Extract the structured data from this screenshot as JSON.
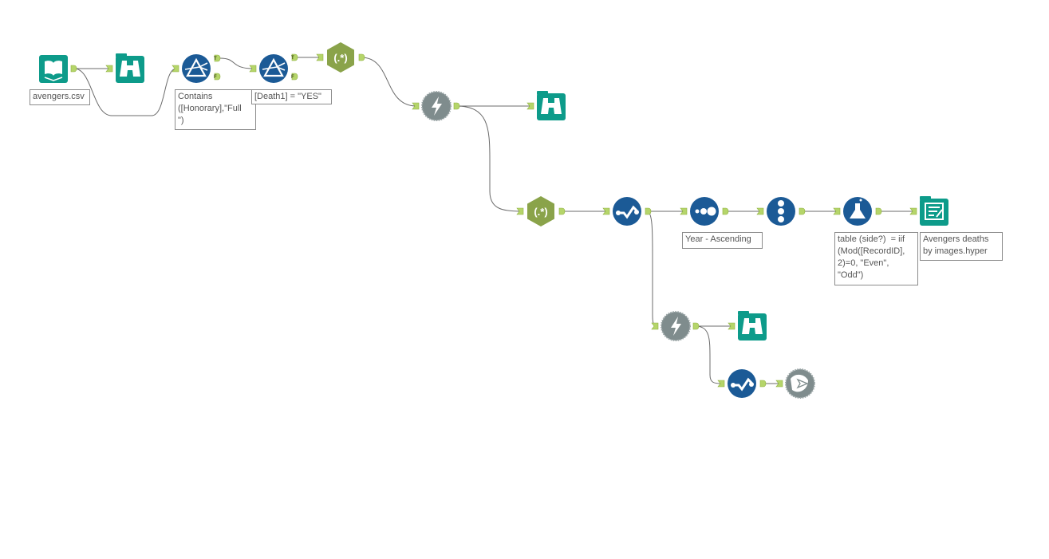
{
  "canvas": {
    "annotations": {
      "input": "avengers.csv",
      "filter1": "Contains\n([Honorary],\"Full\n\")",
      "filter2": "[Death1] = \"YES\"",
      "sort": "Year - Ascending",
      "formula": "table (side?)  = iif\n(Mod([RecordID],\n2)=0, \"Even\",\n\"Odd\")",
      "output": "Avengers deaths\nby images.hyper"
    },
    "anchor_labels": {
      "true": "T",
      "false": "F"
    },
    "regex_glyph": "(.*)"
  },
  "colors": {
    "teal": "#0d9b8a",
    "blue": "#1b5a96",
    "olive": "#8aa34a",
    "gray": "#7f8c8d",
    "anchor": "#b5d56a"
  }
}
